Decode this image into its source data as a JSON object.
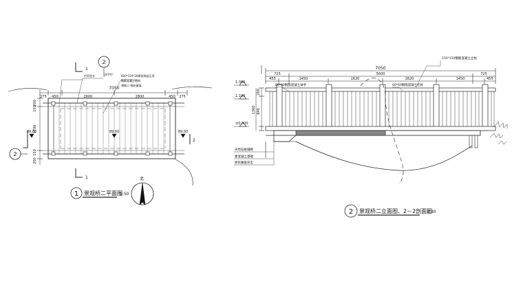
{
  "plan": {
    "title": "景观桥二平面图",
    "scale": "1:50",
    "number": "1",
    "north_label": "北",
    "section_mark_top": "1",
    "section_mark_bottom": "1",
    "elev_mark_top": "2",
    "elev_mark_bottom": "2",
    "side_circle": "2",
    "top_dims": [
      "275",
      "450",
      "2600",
      "2800",
      "450",
      "275"
    ],
    "top_overall": "7050",
    "left_dims": [
      "200",
      "150",
      "1700",
      "150",
      "200"
    ],
    "elevations": [
      "89.00",
      "89.00",
      "89.00"
    ],
    "notes": [
      "栏杆柱头",
      "扶手栏",
      "600*150*30厚花岗岩压顶",
      "钢筋混凝土结构",
      "预制二-钢化玻璃"
    ]
  },
  "elevation": {
    "title": "景观桥二立面图、2－2剖面图",
    "scale": "1:30",
    "number": "2",
    "top_overall": "7050",
    "dims_row1": [
      "725",
      "5600",
      "725"
    ],
    "dims_row2": [
      "455",
      "1450",
      "1620",
      "1620",
      "1450",
      "455"
    ],
    "left_levels": [
      "1.360",
      "1.100",
      "±0.000"
    ],
    "left_dims": [
      "260",
      "840",
      "1360"
    ],
    "post_note": "150*150钢筋混凝土立柱",
    "rail_note_left": "80*80钢筋混凝土扶手",
    "rail_note_mid": "60*60钢筋混凝土栏杆",
    "bottom_notes": [
      "天然石板铺砌",
      "素混凝土基础",
      "原有路基夯实"
    ]
  }
}
